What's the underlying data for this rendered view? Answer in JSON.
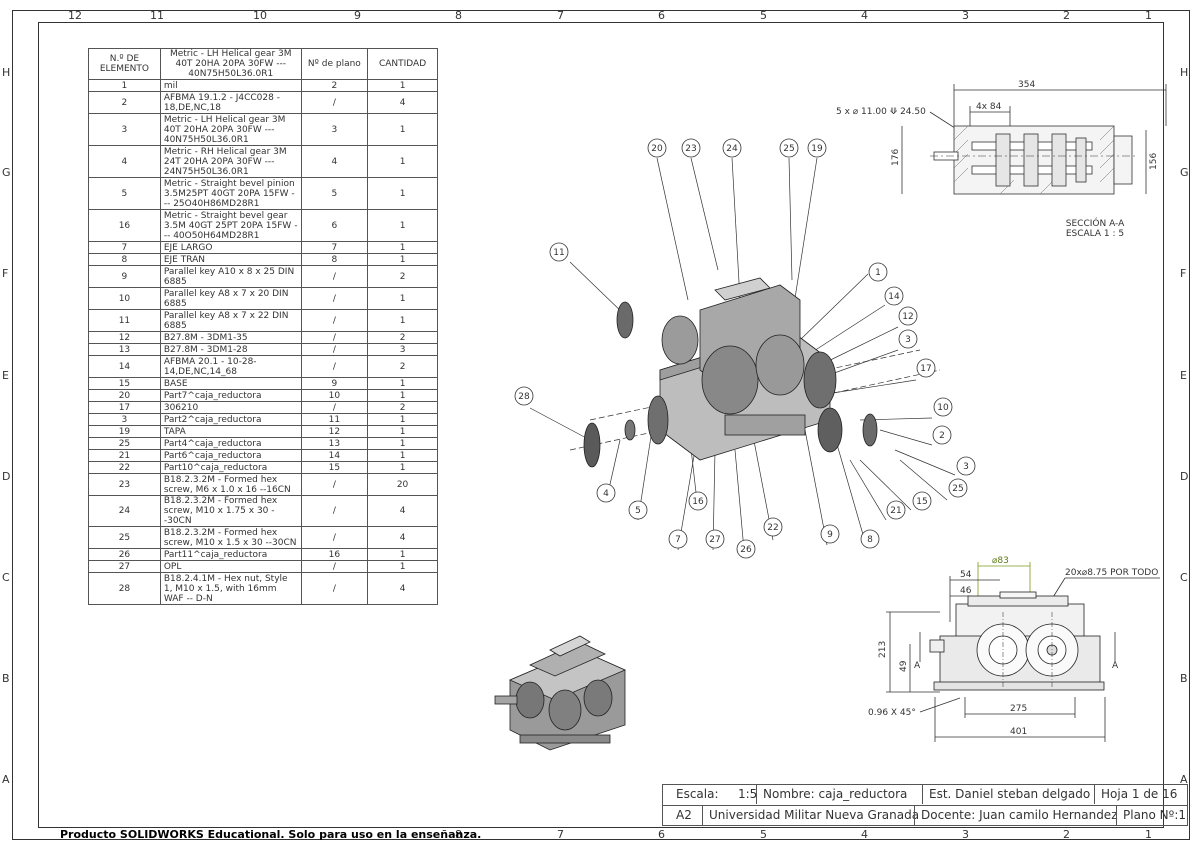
{
  "zones": {
    "top": [
      "12",
      "11",
      "10",
      "9",
      "8",
      "7",
      "6",
      "5",
      "4",
      "3",
      "2",
      "1"
    ],
    "side": [
      "H",
      "G",
      "F",
      "E",
      "D",
      "C",
      "B",
      "A"
    ]
  },
  "bom": {
    "headers": {
      "item": "N.º DE ELEMENTO",
      "desc": "Metric - LH Helical gear 3M 40T 20HA 20PA 30FW --- 40N75H50L36.0R1",
      "plan": "Nº de plano",
      "qty": "CANTIDAD"
    },
    "rows": [
      {
        "item": "1",
        "desc": "mil",
        "plan": "2",
        "qty": "1"
      },
      {
        "item": "2",
        "desc": "AFBMA 19.1.2 - J4CC028 - 18,DE,NC,18",
        "plan": "/",
        "qty": "4"
      },
      {
        "item": "3",
        "desc": "Metric - LH Helical gear 3M 40T 20HA 20PA 30FW --- 40N75H50L36.0R1",
        "plan": "3",
        "qty": "1"
      },
      {
        "item": "4",
        "desc": "Metric - RH Helical gear 3M 24T 20HA 20PA 30FW --- 24N75H50L36.0R1",
        "plan": "4",
        "qty": "1"
      },
      {
        "item": "5",
        "desc": "Metric - Straight bevel pinion 3.5M25PT 40GT 20PA 15FW --- 25O40H86MD28R1",
        "plan": "5",
        "qty": "1"
      },
      {
        "item": "16",
        "desc": "Metric - Straight bevel gear 3.5M 40GT 25PT 20PA 15FW --- 40O50H64MD28R1",
        "plan": "6",
        "qty": "1"
      },
      {
        "item": "7",
        "desc": "EJE LARGO",
        "plan": "7",
        "qty": "1"
      },
      {
        "item": "8",
        "desc": "EJE TRAN",
        "plan": "8",
        "qty": "1"
      },
      {
        "item": "9",
        "desc": "Parallel key A10 x 8 x 25 DIN 6885",
        "plan": "/",
        "qty": "2"
      },
      {
        "item": "10",
        "desc": "Parallel key A8 x 7 x 20 DIN 6885",
        "plan": "/",
        "qty": "1"
      },
      {
        "item": "11",
        "desc": "Parallel key A8 x 7 x 22 DIN 6885",
        "plan": "/",
        "qty": "1"
      },
      {
        "item": "12",
        "desc": "B27.8M - 3DM1-35",
        "plan": "/",
        "qty": "2"
      },
      {
        "item": "13",
        "desc": "B27.8M - 3DM1-28",
        "plan": "/",
        "qty": "3"
      },
      {
        "item": "14",
        "desc": "AFBMA 20.1 - 10-28-14,DE,NC,14_68",
        "plan": "/",
        "qty": "2"
      },
      {
        "item": "15",
        "desc": "BASE",
        "plan": "9",
        "qty": "1"
      },
      {
        "item": "20",
        "desc": "Part7^caja_reductora",
        "plan": "10",
        "qty": "1"
      },
      {
        "item": "17",
        "desc": "306210",
        "plan": "/",
        "qty": "2"
      },
      {
        "item": "3",
        "desc": "Part2^caja_reductora",
        "plan": "11",
        "qty": "1"
      },
      {
        "item": "19",
        "desc": "TAPA",
        "plan": "12",
        "qty": "1"
      },
      {
        "item": "25",
        "desc": "Part4^caja_reductora",
        "plan": "13",
        "qty": "1"
      },
      {
        "item": "21",
        "desc": "Part6^caja_reductora",
        "plan": "14",
        "qty": "1"
      },
      {
        "item": "22",
        "desc": "Part10^caja_reductora",
        "plan": "15",
        "qty": "1"
      },
      {
        "item": "23",
        "desc": "B18.2.3.2M - Formed hex screw, M6 x 1.0 x 16 --16CN",
        "plan": "/",
        "qty": "20"
      },
      {
        "item": "24",
        "desc": "B18.2.3.2M - Formed hex screw, M10 x 1.75 x 30 --30CN",
        "plan": "/",
        "qty": "4"
      },
      {
        "item": "25",
        "desc": "B18.2.3.2M - Formed hex screw, M10 x 1.5 x 30 --30CN",
        "plan": "/",
        "qty": "4"
      },
      {
        "item": "26",
        "desc": "Part11^caja_reductora",
        "plan": "16",
        "qty": "1"
      },
      {
        "item": "27",
        "desc": "OPL",
        "plan": "/",
        "qty": "1"
      },
      {
        "item": "28",
        "desc": "B18.2.4.1M - Hex nut, Style 1, M10 x 1.5, with 16mm WAF -- D-N",
        "plan": "/",
        "qty": "4"
      }
    ]
  },
  "section": {
    "label1": "SECCIÓN A-A",
    "label2": "ESCALA 1 : 5",
    "dim_354": "354",
    "dim_4x84": "4x 84",
    "dim_holes": "5 x ⌀ 11.00 ⟱ 24.50",
    "dim_176": "176",
    "dim_156": "156"
  },
  "front": {
    "dim_83": "⌀83",
    "dim_54": "54",
    "dim_46": "46",
    "dim_holes": "20x⌀8.75 POR TODO",
    "dim_213": "213",
    "dim_49": "49",
    "dim_275": "275",
    "dim_401": "401",
    "chamfer": "0.96 X 45°",
    "label_a": "A"
  },
  "balloons": {
    "b20": "20",
    "b23": "23",
    "b24": "24",
    "b25": "25",
    "b19": "19",
    "b11": "11",
    "b1": "1",
    "b14": "14",
    "b12": "12",
    "b3": "3",
    "b17": "17",
    "b28": "28",
    "b10": "10",
    "b2": "2",
    "b3b": "3",
    "b25b": "25",
    "b15": "15",
    "b21": "21",
    "b4": "4",
    "b5": "5",
    "b16": "16",
    "b7": "7",
    "b27": "27",
    "b26": "26",
    "b22": "22",
    "b9": "9",
    "b8": "8"
  },
  "title_block": {
    "escala_label": "Escala:",
    "escala_value": "1:5",
    "nombre": "Nombre: caja_reductora",
    "estudiante": "Est. Daniel steban delgado",
    "hoja": "Hoja 1 de 16",
    "formato": "A2",
    "universidad": "Universidad Militar Nueva Granada",
    "docente": "Docente: Juan camilo Hernandez",
    "plano": "Plano Nº:1"
  },
  "footer": "Producto SOLIDWORKS Educational. Solo para uso en la enseñanza."
}
